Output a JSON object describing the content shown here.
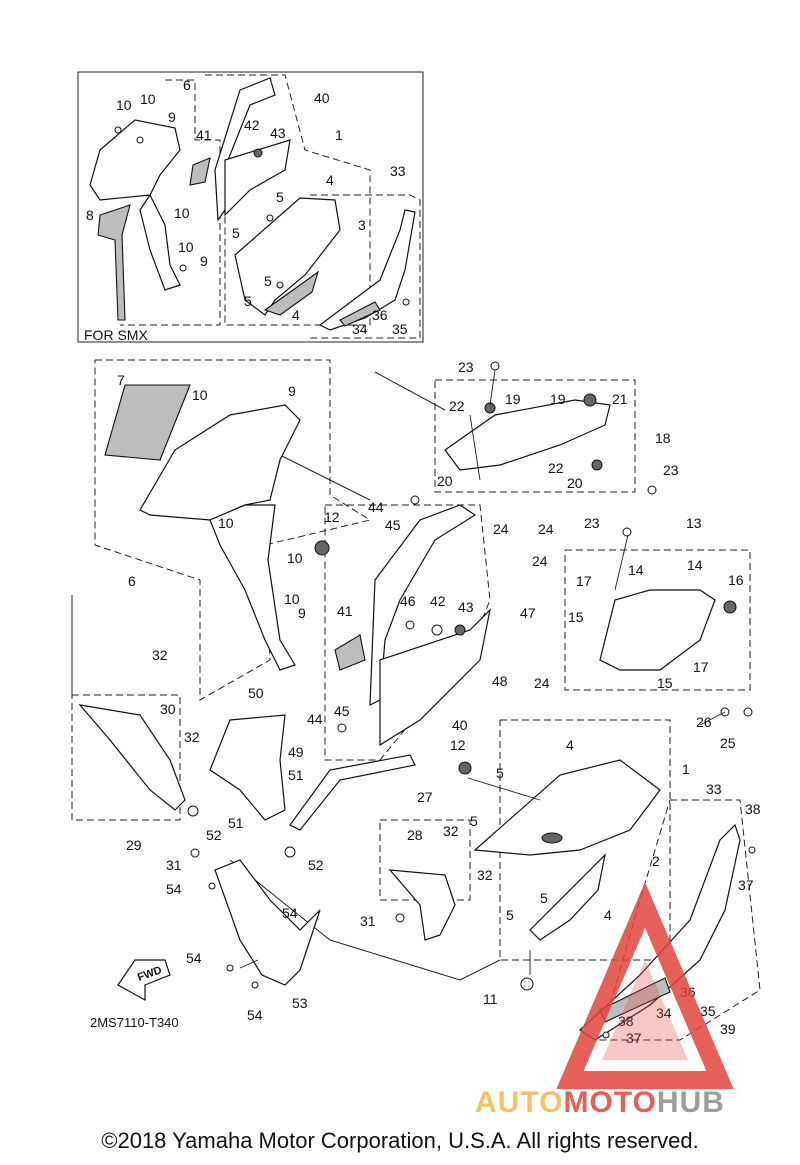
{
  "inset": {
    "label": "FOR SMX"
  },
  "inset_callouts": [
    {
      "text": "10"
    },
    {
      "text": "10"
    },
    {
      "text": "6"
    },
    {
      "text": "40"
    },
    {
      "text": "9"
    },
    {
      "text": "41"
    },
    {
      "text": "42"
    },
    {
      "text": "43"
    },
    {
      "text": "1"
    },
    {
      "text": "4"
    },
    {
      "text": "33"
    },
    {
      "text": "5"
    },
    {
      "text": "8"
    },
    {
      "text": "10"
    },
    {
      "text": "5"
    },
    {
      "text": "3"
    },
    {
      "text": "10"
    },
    {
      "text": "9"
    },
    {
      "text": "5"
    },
    {
      "text": "5"
    },
    {
      "text": "4"
    },
    {
      "text": "36"
    },
    {
      "text": "34"
    },
    {
      "text": "35"
    }
  ],
  "main_callouts": [
    {
      "text": "23"
    },
    {
      "text": "7"
    },
    {
      "text": "10"
    },
    {
      "text": "9"
    },
    {
      "text": "22"
    },
    {
      "text": "19"
    },
    {
      "text": "19"
    },
    {
      "text": "21"
    },
    {
      "text": "18"
    },
    {
      "text": "22"
    },
    {
      "text": "23"
    },
    {
      "text": "20"
    },
    {
      "text": "20"
    },
    {
      "text": "44"
    },
    {
      "text": "24"
    },
    {
      "text": "24"
    },
    {
      "text": "45"
    },
    {
      "text": "10"
    },
    {
      "text": "12"
    },
    {
      "text": "23"
    },
    {
      "text": "13"
    },
    {
      "text": "24"
    },
    {
      "text": "17"
    },
    {
      "text": "14"
    },
    {
      "text": "14"
    },
    {
      "text": "16"
    },
    {
      "text": "10"
    },
    {
      "text": "6"
    },
    {
      "text": "46"
    },
    {
      "text": "42"
    },
    {
      "text": "43"
    },
    {
      "text": "47"
    },
    {
      "text": "15"
    },
    {
      "text": "10"
    },
    {
      "text": "9"
    },
    {
      "text": "41"
    },
    {
      "text": "32"
    },
    {
      "text": "48"
    },
    {
      "text": "24"
    },
    {
      "text": "17"
    },
    {
      "text": "15"
    },
    {
      "text": "50"
    },
    {
      "text": "30"
    },
    {
      "text": "44"
    },
    {
      "text": "45"
    },
    {
      "text": "26"
    },
    {
      "text": "32"
    },
    {
      "text": "40"
    },
    {
      "text": "25"
    },
    {
      "text": "12"
    },
    {
      "text": "1"
    },
    {
      "text": "4"
    },
    {
      "text": "49"
    },
    {
      "text": "51"
    },
    {
      "text": "5"
    },
    {
      "text": "33"
    },
    {
      "text": "29"
    },
    {
      "text": "52"
    },
    {
      "text": "51"
    },
    {
      "text": "27"
    },
    {
      "text": "5"
    },
    {
      "text": "38"
    },
    {
      "text": "28"
    },
    {
      "text": "32"
    },
    {
      "text": "2"
    },
    {
      "text": "31"
    },
    {
      "text": "52"
    },
    {
      "text": "37"
    },
    {
      "text": "54"
    },
    {
      "text": "32"
    },
    {
      "text": "5"
    },
    {
      "text": "54"
    },
    {
      "text": "31"
    },
    {
      "text": "5"
    },
    {
      "text": "4"
    },
    {
      "text": "54"
    },
    {
      "text": "36"
    },
    {
      "text": "11"
    },
    {
      "text": "35"
    },
    {
      "text": "53"
    },
    {
      "text": "38"
    },
    {
      "text": "34"
    },
    {
      "text": "39"
    },
    {
      "text": "54"
    },
    {
      "text": "37"
    }
  ],
  "fwd_label": "FWD",
  "diagram_code": "2MS7110-T340",
  "watermark": {
    "part1": "AUTO",
    "part2": "MOTO",
    "part3": "HUB"
  },
  "copyright": "©2018 Yamaha Motor Corporation, U.S.A. All rights reserved.",
  "colors": {
    "watermark_orange": "#f2b84b",
    "watermark_red": "#e0453d",
    "watermark_gray": "#8c8c8c"
  }
}
